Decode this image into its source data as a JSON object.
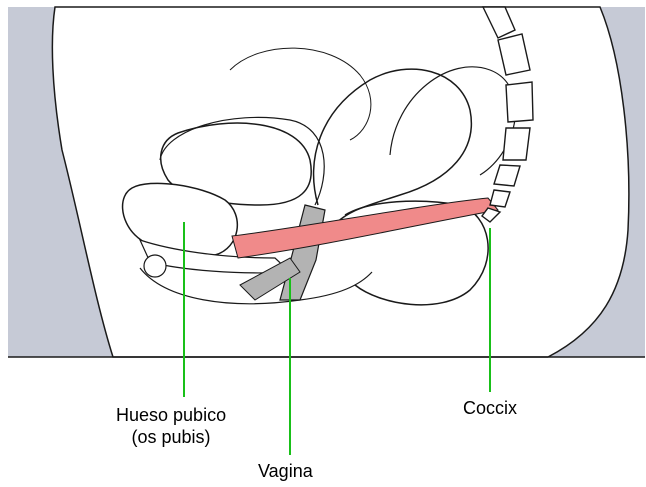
{
  "labels": {
    "pubic_bone_line1": "Hueso pubico",
    "pubic_bone_line2": "(os pubis)",
    "vagina": "Vagina",
    "coccyx": "Coccix"
  },
  "colors": {
    "background_panel": "#c6cad6",
    "body_fill": "#ffffff",
    "outline": "#1a1a1a",
    "muscle": "#f08a8a",
    "canal": "#b3b3b3",
    "leader_line": "#19c019"
  }
}
